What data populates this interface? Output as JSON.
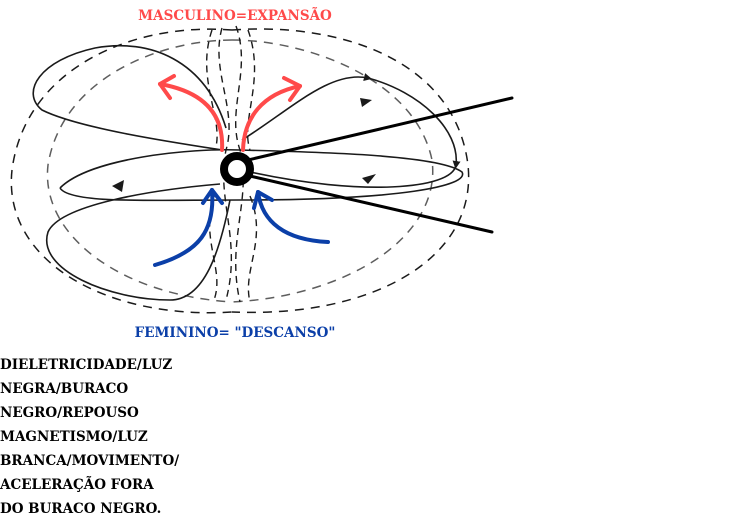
{
  "labels": {
    "top": "MASCULINO=EXPANSÃO",
    "bottom": "FEMININO= \"DESCANSO\"",
    "right_upper": [
      "DIELETRICIDADE/LUZ",
      "NEGRA/BURACO",
      "NEGRO/REPOUSO"
    ],
    "right_lower": [
      "MAGNETISMO/LUZ",
      "BRANCA/MOVIMENTO/",
      "ACELERAÇÃO FORA",
      "DO BURACO NEGRO."
    ]
  },
  "colors": {
    "masculine": "#ff4a4a",
    "feminine": "#0b3fa8",
    "ink": "#1a1a1a",
    "label": "#000000"
  }
}
